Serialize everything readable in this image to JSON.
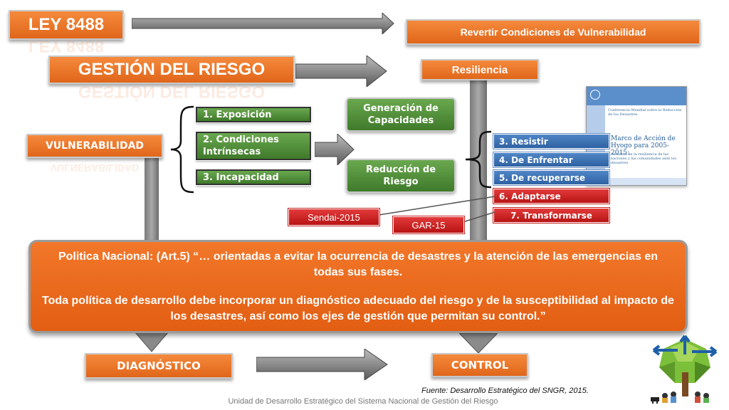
{
  "ley": {
    "title": "LEY 8488"
  },
  "revertir": {
    "label": "Revertir Condiciones de Vulnerabilidad"
  },
  "gestion": {
    "title": "GESTIÓN DEL RIESGO"
  },
  "resiliencia": {
    "label": "Resiliencia"
  },
  "vulnerabilidad": {
    "label": "VULNERABILIDAD"
  },
  "factors": [
    "1. Exposición",
    "2. Condiciones Intrínsecas",
    "3. Incapacidad"
  ],
  "generacion": {
    "label": "Generación de Capacidades"
  },
  "reduccion": {
    "label": "Reducción de Riesgo"
  },
  "resilience_items": [
    "3. Resistir",
    "4. De Enfrentar",
    "5. De recuperarse"
  ],
  "red_items": [
    "6. Adaptarse",
    "7. Transformarse"
  ],
  "sendai": {
    "label": "Sendai-2015"
  },
  "gar": {
    "label": "GAR-15"
  },
  "policy": {
    "line1": "Politica Nacional: (Art.5) “… orientadas a evitar la ocurrencia de desastres y la atención de las emergencias en todas sus fases.",
    "line2": "Toda política de desarrollo debe incorporar un diagnóstico adecuado del riesgo y de la susceptibilidad al impacto de los desastres, así como los ejes de gestión que permitan su control.”"
  },
  "diagnostico": {
    "label": "DIAGNÓSTICO"
  },
  "control": {
    "label": "CONTROL"
  },
  "fuente": {
    "text": "Fuente: Desarrollo Estratégico del SNGR, 2015."
  },
  "footer": {
    "text": "Unidad de Desarrollo Estratégico del Sistema Nacional de Gestión del Riesgo"
  },
  "hyogo": {
    "subtitle": "Conferencia Mundial sobre la Reducción de los Desastres",
    "title": "Marco de Acción de Hyogo para 2005-2015:",
    "desc": "Aumento de la resiliencia de las naciones y las comunidades ante los desastres"
  },
  "colors": {
    "orange": "#e8711f",
    "green": "#4f8a38",
    "blue": "#3a72b8",
    "red": "#c81e1e",
    "gray": "#8a8a8a"
  }
}
